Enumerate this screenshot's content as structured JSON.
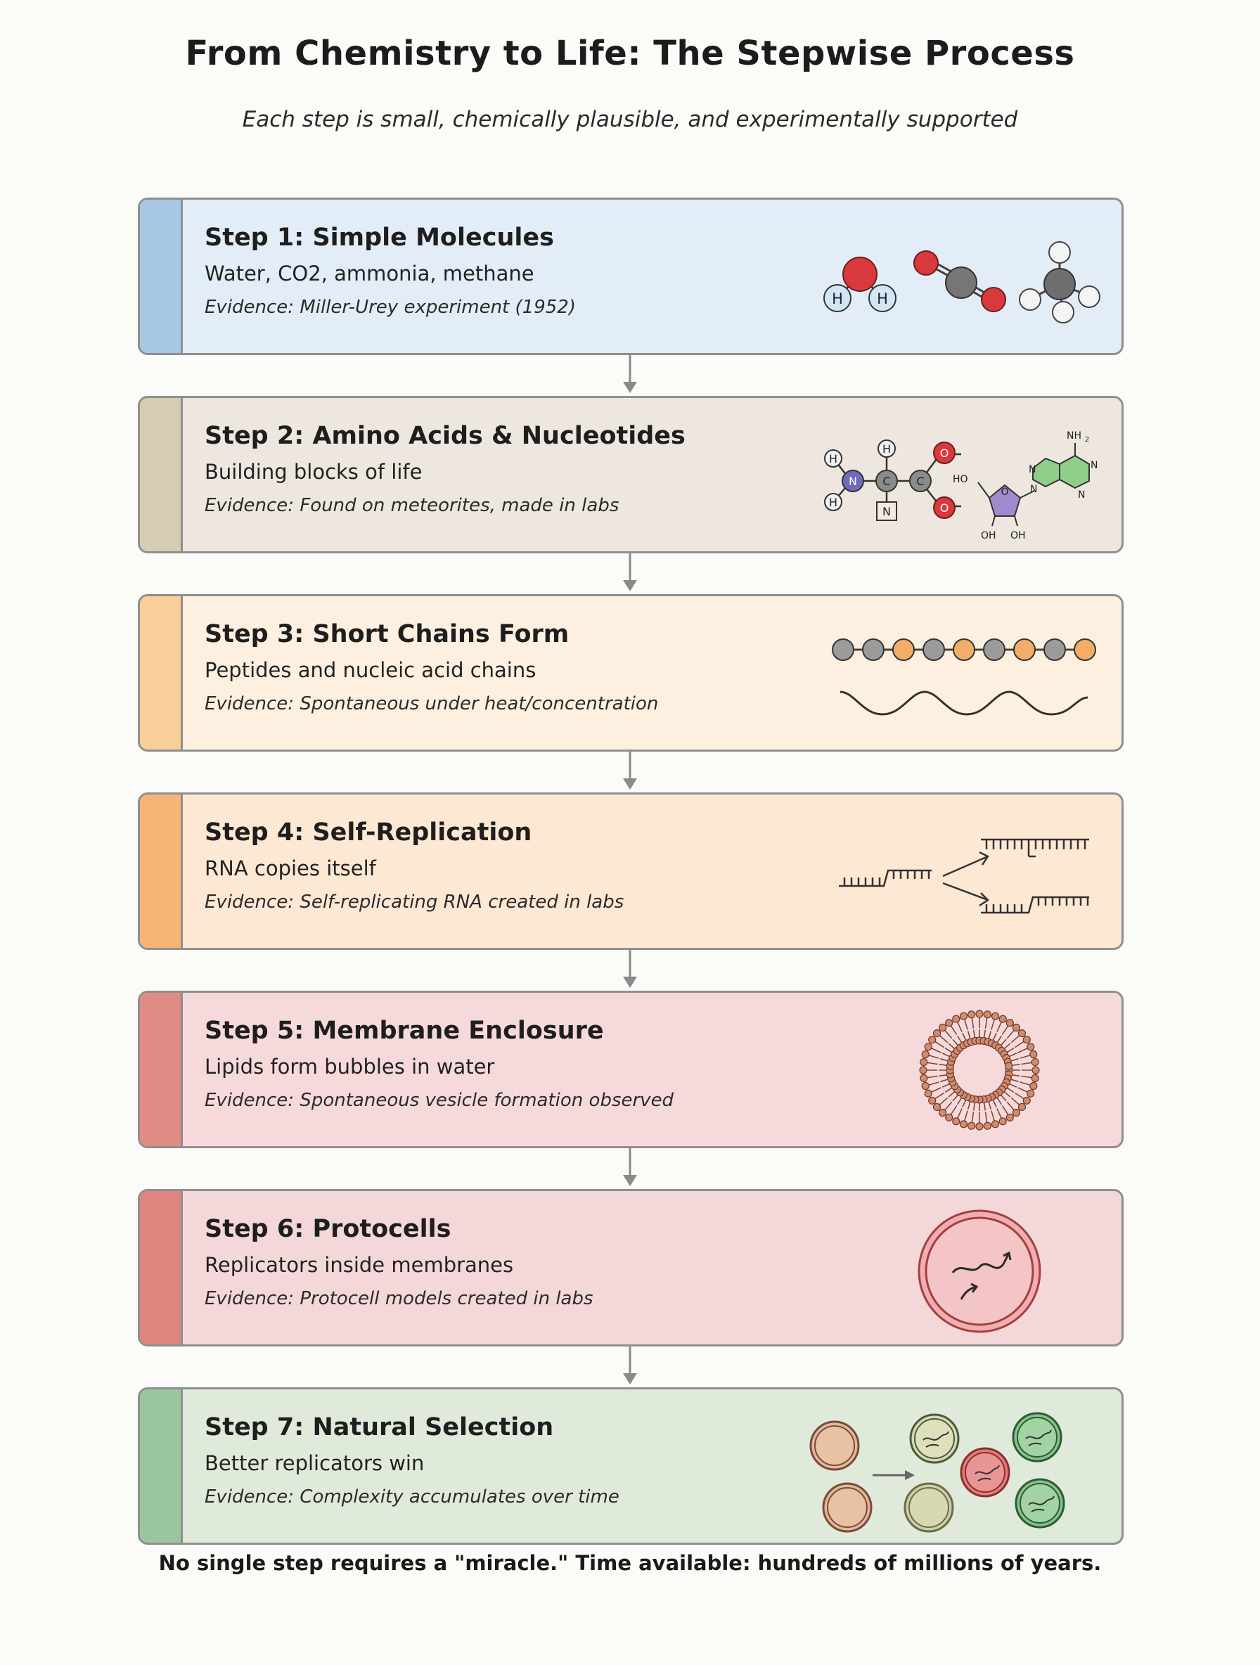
{
  "header": {
    "title": "From Chemistry to Life: The Stepwise Process",
    "subtitle": "Each step is small, chemically plausible, and experimentally supported"
  },
  "steps": [
    {
      "title": "Step 1: Simple Molecules",
      "description": "Water, CO2, ammonia, methane",
      "evidence": "Evidence: Miller-Urey experiment (1952)",
      "bg": "#e3edf7",
      "accent": "#a7c8e3",
      "icon": "simple-molecules-icon"
    },
    {
      "title": "Step 2: Amino Acids & Nucleotides",
      "description": "Building blocks of life",
      "evidence": "Evidence: Found on meteorites, made in labs",
      "bg": "#ede7df",
      "accent": "#d6ccb1",
      "icon": "amino-acid-nucleotide-icon"
    },
    {
      "title": "Step 3: Short Chains Form",
      "description": "Peptides and nucleic acid chains",
      "evidence": "Evidence: Spontaneous under heat/concentration",
      "bg": "#fdf0e0",
      "accent": "#f8cf98",
      "icon": "chain-icon"
    },
    {
      "title": "Step 4: Self-Replication",
      "description": "RNA copies itself",
      "evidence": "Evidence: Self-replicating RNA created in labs",
      "bg": "#fde8d4",
      "accent": "#f4b577",
      "icon": "rna-replication-icon"
    },
    {
      "title": "Step 5: Membrane Enclosure",
      "description": "Lipids form bubbles in water",
      "evidence": "Evidence: Spontaneous vesicle formation observed",
      "bg": "#f6dadb",
      "accent": "#e08b86",
      "icon": "vesicle-icon"
    },
    {
      "title": "Step 6: Protocells",
      "description": "Replicators inside membranes",
      "evidence": "Evidence: Protocell models created in labs",
      "bg": "#f4d7d8",
      "accent": "#e0847f",
      "icon": "protocell-icon"
    },
    {
      "title": "Step 7: Natural Selection",
      "description": "Better replicators win",
      "evidence": "Evidence: Complexity accumulates over time",
      "bg": "#dfeadb",
      "accent": "#99c69e",
      "icon": "selection-icon"
    }
  ],
  "art_labels": {
    "hydrogen": "H",
    "nitrogen": "N",
    "carbon": "C",
    "oxygen": "O",
    "hydroxyl": "HO",
    "hydroxyl_right": "OH",
    "amine": "NH",
    "amine_subscript": "2"
  },
  "footer": {
    "text": "No single step requires a \"miracle.\" Time available: hundreds of millions of years."
  }
}
